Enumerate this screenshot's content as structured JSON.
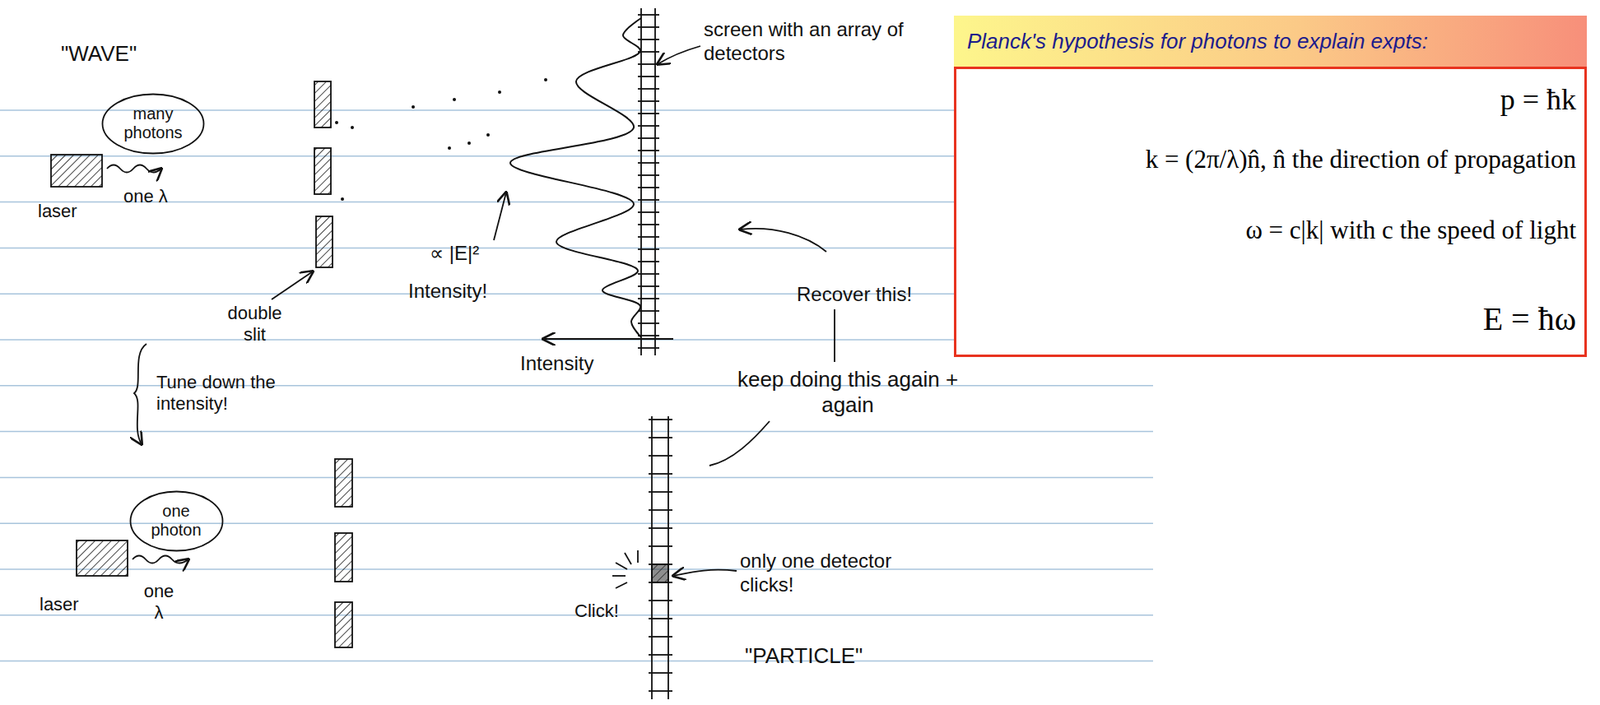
{
  "diagram": {
    "nodes": [
      {
        "text": [
          "Planck's hypothesis for photons to explain expts:",
          "p = ħk",
          "k = (2π/λ)n̂, n̂ the direction of propagation",
          "ω = c|k| with c the speed of light",
          "E = ħω"
        ]
      },
      {
        "text": [
          "many photons"
        ]
      },
      {
        "text": [
          "one photon"
        ]
      }
    ],
    "labels": [
      "\"WAVE\"",
      "laser",
      "one λ",
      "double slit",
      "Tune down the intensity!",
      "∝ |E|²",
      "Intensity!",
      "Intensity",
      "screen with an array of detectors",
      "Recover this!",
      "keep doing this again + again",
      "laser",
      "one λ",
      "Click!",
      "only one detector clicks!",
      "\"PARTICLE\""
    ]
  }
}
